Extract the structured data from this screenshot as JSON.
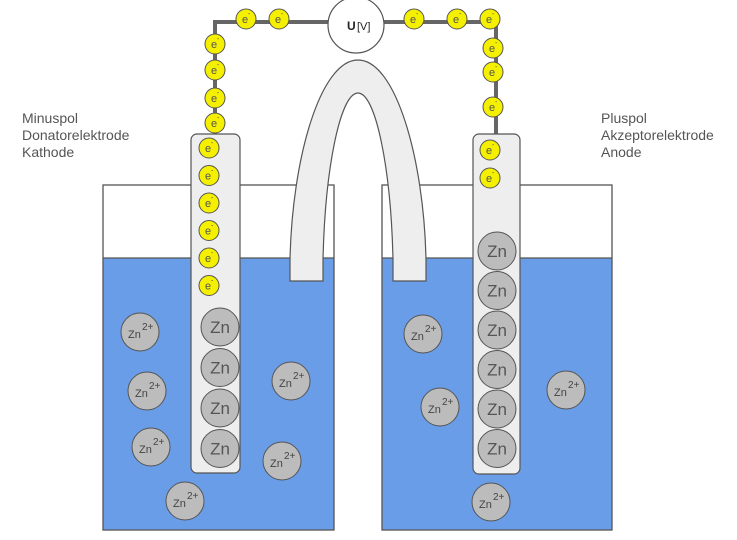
{
  "title": "Galvanic cell: zinc concentration cell",
  "colors": {
    "electrolyte": "#6a9de8",
    "electron_fill": "#f5f000",
    "atom_fill": "#bcbcbc",
    "tube_fill": "#eeeeee",
    "outline": "#555555"
  },
  "voltmeter": {
    "symbol": "U",
    "unit": "[V]"
  },
  "electron": {
    "symbol": "e",
    "charge": "-"
  },
  "atom": {
    "symbol": "Zn"
  },
  "ion": {
    "symbol": "Zn",
    "charge": "2+"
  },
  "left_electrode": {
    "labels": [
      "Minuspol",
      "Donatorelektrode",
      "Kathode"
    ],
    "electrons_in_tube": 6,
    "zinc_atoms": 4,
    "ions_in_solution": 6
  },
  "right_electrode": {
    "labels": [
      "Pluspol",
      "Akzeptorelektrode",
      "Anode"
    ],
    "electrons_in_tube": 2,
    "zinc_atoms": 6,
    "ions_in_solution": 4
  },
  "wire": {
    "left_electrons": 6,
    "right_electrons": 6
  },
  "salt_bridge": {
    "label": ""
  }
}
